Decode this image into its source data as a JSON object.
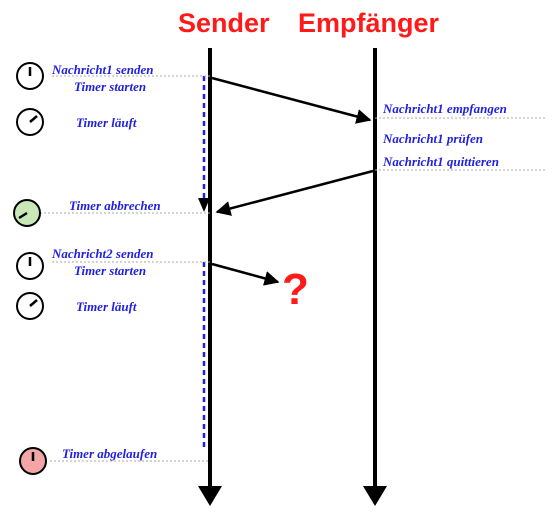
{
  "sender_header": "Sender",
  "receiver_header": "Empfänger",
  "labels": {
    "msg1_send": "Nachricht1 senden",
    "timer_start_1": "Timer starten",
    "timer_running_1": "Timer läuft",
    "msg1_receive": "Nachricht1 empfangen",
    "msg1_check": "Nachricht1 prüfen",
    "msg1_ack": "Nachricht1 quittieren",
    "timer_cancel": "Timer abbrechen",
    "msg2_send": "Nachricht2 senden",
    "timer_start_2": "Timer starten",
    "timer_running_2": "Timer läuft",
    "timer_expired": "Timer abgelaufen"
  },
  "lost_marker": "?",
  "colors": {
    "header": "#ff1a1a",
    "label": "#1f1fe0",
    "timeline": "#000000",
    "timer_dashed": "#1f1fe0",
    "clock_ok": "#c8e8b8",
    "clock_expired": "#f4a6a6"
  }
}
